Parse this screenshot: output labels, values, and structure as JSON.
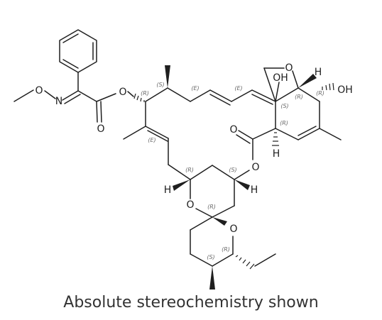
{
  "caption": "Absolute stereochemistry shown",
  "atom_labels": {
    "methoxy_o": "O",
    "oxime_n": "N",
    "ester_o": "O",
    "carbonyl_o": "O",
    "lactone_o": "O",
    "lactone_carbonyl_o": "O",
    "furan_o": "O",
    "oh_top": "OH",
    "oh_right": "OH",
    "h_top": "H",
    "h_mid": "H",
    "h_left": "H",
    "h_right": "H",
    "ring_o1": "O",
    "ring_o2": "O"
  },
  "stereo_labels": {
    "s1": "(R)",
    "s2": "(S)",
    "s3": "(E)",
    "s4": "(E)",
    "s5": "(E)",
    "s6": "(S)",
    "s7": "(R)",
    "s8": "(R)",
    "s9": "(R)",
    "s10": "(R)",
    "s11": "(S)",
    "s12": "(R)",
    "s13": "(S)",
    "s14": "(R)"
  }
}
